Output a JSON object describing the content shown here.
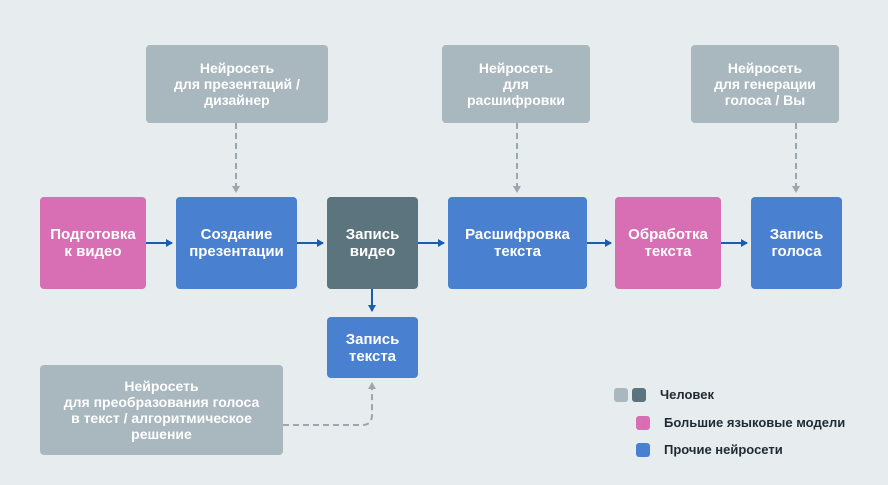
{
  "colors": {
    "background": "#e7ecef",
    "human_light": "#a9b7bf",
    "human_dark": "#5c747e",
    "llm": "#d86eb4",
    "other_nn": "#4a80d0",
    "arrow": "#1a5db0",
    "dashed": "#9aa7ae"
  },
  "nodes": {
    "prep": "Подготовка\nк видео",
    "create": "Создание\nпрезентации",
    "record_video": "Запись\nвидео",
    "transcribe": "Расшифровка\nтекста",
    "process": "Обработка\nтекста",
    "record_voice": "Запись\nголоса",
    "record_text": "Запись\nтекста"
  },
  "tools": {
    "presentations": "Нейросеть\nдля презентаций /\nдизайнер",
    "transcription": "Нейросеть\nдля\nрасшифровки",
    "voice_generation": "Нейросеть\nдля генерации\nголоса / Вы",
    "voice_to_text": "Нейросеть\nдля преобразования голоса\nв текст / алгоритмическое\nрешение"
  },
  "legend": {
    "human": "Человек",
    "llm": "Большие языковые модели",
    "other": "Прочие нейросети"
  }
}
